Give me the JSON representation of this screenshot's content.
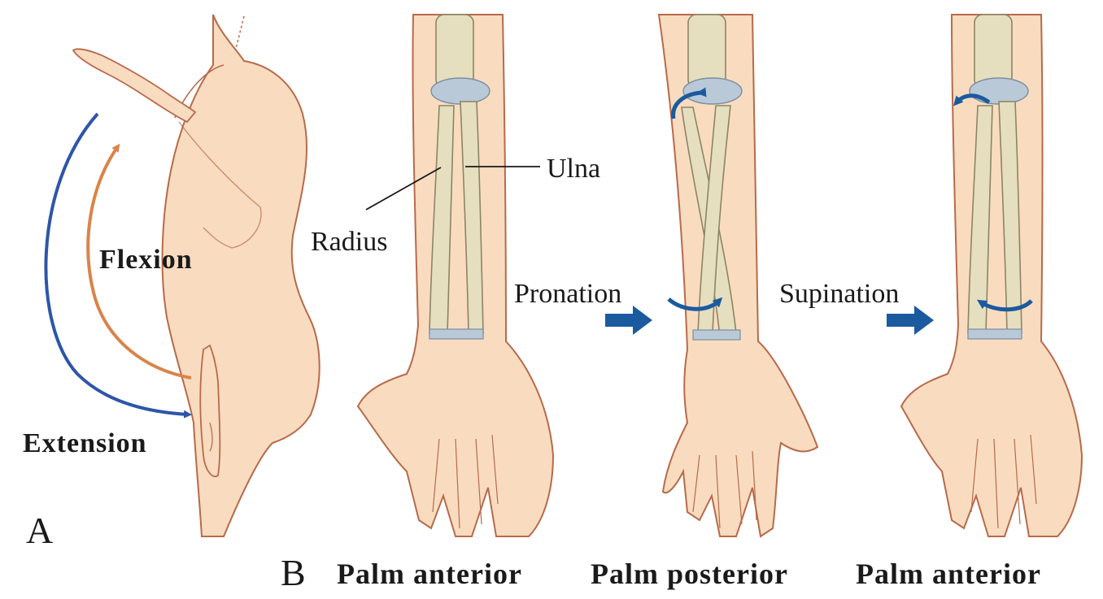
{
  "panel_a": {
    "letter": "A",
    "flexion_label": "Flexion",
    "extension_label": "Extension"
  },
  "panel_b": {
    "letter": "B",
    "radius_label": "Radius",
    "ulna_label": "Ulna",
    "pronation_label": "Pronation",
    "supination_label": "Supination",
    "captions": [
      "Palm anterior",
      "Palm posterior",
      "Palm anterior"
    ]
  },
  "colors": {
    "skin": "#f9dcc0",
    "skin_outline": "#b86a4a",
    "bone": "#e6dfbf",
    "bone_outline": "#8c8566",
    "cartilage": "#b9c9d8",
    "extension_arrow": "#2e55a8",
    "flexion_arrow": "#d9844a",
    "rotation_arrow": "#1c5aa0"
  }
}
